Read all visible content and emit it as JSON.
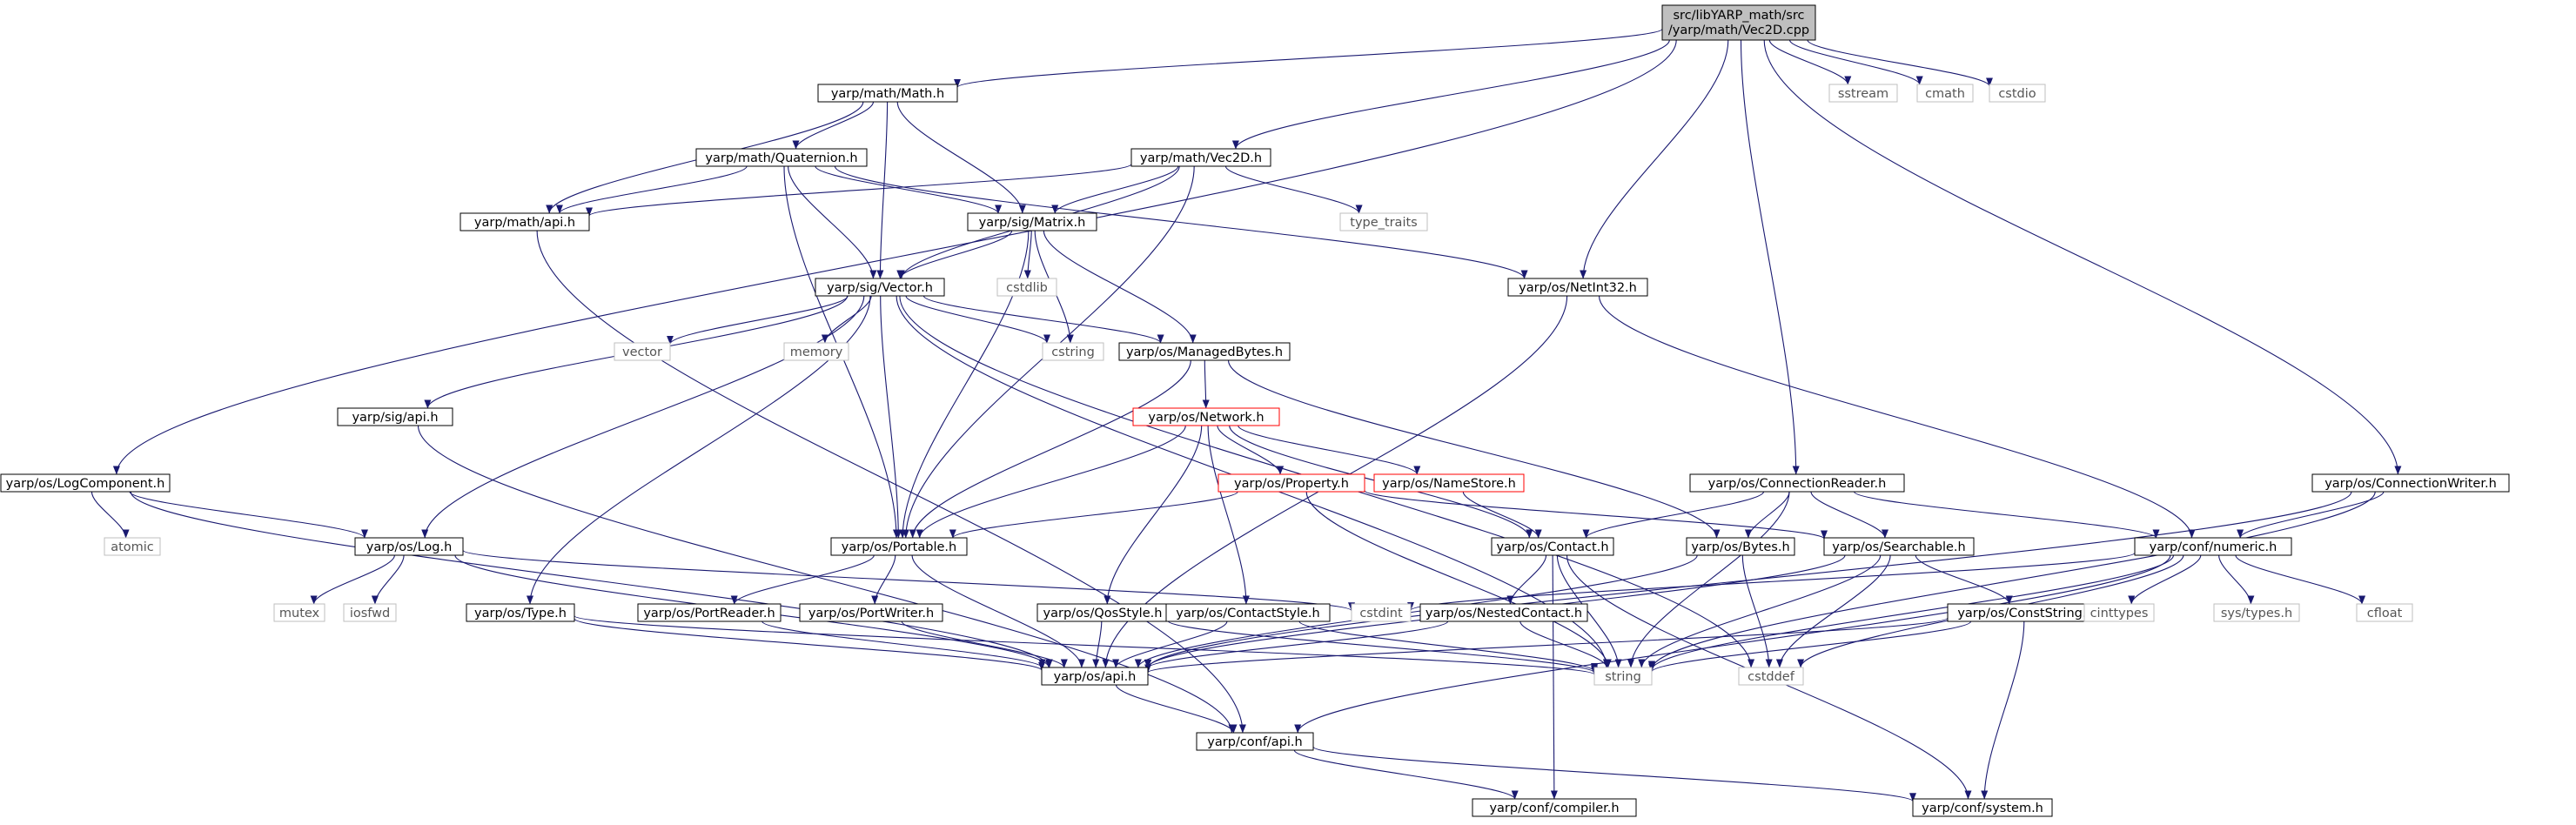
{
  "root": {
    "id": "n_root",
    "lines": [
      "src/libYARP_math/src",
      "/yarp/math/Vec2D.cpp"
    ]
  },
  "nodes": [
    {
      "id": "n_math",
      "label": "yarp/math/Math.h",
      "kind": "doc"
    },
    {
      "id": "n_vec2d",
      "label": "yarp/math/Vec2D.h",
      "kind": "doc"
    },
    {
      "id": "n_quat",
      "label": "yarp/math/Quaternion.h",
      "kind": "doc"
    },
    {
      "id": "n_mathapi",
      "label": "yarp/math/api.h",
      "kind": "doc"
    },
    {
      "id": "n_matrix",
      "label": "yarp/sig/Matrix.h",
      "kind": "doc"
    },
    {
      "id": "n_vector",
      "label": "yarp/sig/Vector.h",
      "kind": "doc"
    },
    {
      "id": "n_netint",
      "label": "yarp/os/NetInt32.h",
      "kind": "doc"
    },
    {
      "id": "n_mbytes",
      "label": "yarp/os/ManagedBytes.h",
      "kind": "doc"
    },
    {
      "id": "n_sigapi",
      "label": "yarp/sig/api.h",
      "kind": "doc"
    },
    {
      "id": "n_network",
      "label": "yarp/os/Network.h",
      "kind": "trunc"
    },
    {
      "id": "n_property",
      "label": "yarp/os/Property.h",
      "kind": "trunc"
    },
    {
      "id": "n_namestore",
      "label": "yarp/os/NameStore.h",
      "kind": "trunc"
    },
    {
      "id": "n_logcomp",
      "label": "yarp/os/LogComponent.h",
      "kind": "doc"
    },
    {
      "id": "n_log",
      "label": "yarp/os/Log.h",
      "kind": "doc"
    },
    {
      "id": "n_portable",
      "label": "yarp/os/Portable.h",
      "kind": "doc"
    },
    {
      "id": "n_connreader",
      "label": "yarp/os/ConnectionReader.h",
      "kind": "doc"
    },
    {
      "id": "n_connwriter",
      "label": "yarp/os/ConnectionWriter.h",
      "kind": "doc"
    },
    {
      "id": "n_contact",
      "label": "yarp/os/Contact.h",
      "kind": "doc"
    },
    {
      "id": "n_bytes",
      "label": "yarp/os/Bytes.h",
      "kind": "doc"
    },
    {
      "id": "n_searchable",
      "label": "yarp/os/Searchable.h",
      "kind": "doc"
    },
    {
      "id": "n_numeric",
      "label": "yarp/conf/numeric.h",
      "kind": "doc"
    },
    {
      "id": "n_type",
      "label": "yarp/os/Type.h",
      "kind": "doc"
    },
    {
      "id": "n_preader",
      "label": "yarp/os/PortReader.h",
      "kind": "doc"
    },
    {
      "id": "n_pwriter",
      "label": "yarp/os/PortWriter.h",
      "kind": "doc"
    },
    {
      "id": "n_qos",
      "label": "yarp/os/QosStyle.h",
      "kind": "doc"
    },
    {
      "id": "n_cstyle",
      "label": "yarp/os/ContactStyle.h",
      "kind": "doc"
    },
    {
      "id": "n_nested",
      "label": "yarp/os/NestedContact.h",
      "kind": "doc"
    },
    {
      "id": "n_conststr",
      "label": "yarp/os/ConstString.h",
      "kind": "doc"
    },
    {
      "id": "n_osapi",
      "label": "yarp/os/api.h",
      "kind": "doc"
    },
    {
      "id": "n_confapi",
      "label": "yarp/conf/api.h",
      "kind": "doc"
    },
    {
      "id": "n_compiler",
      "label": "yarp/conf/compiler.h",
      "kind": "doc"
    },
    {
      "id": "n_system",
      "label": "yarp/conf/system.h",
      "kind": "doc"
    },
    {
      "id": "s_sstream",
      "label": "sstream",
      "kind": "sys"
    },
    {
      "id": "s_cmath",
      "label": "cmath",
      "kind": "sys"
    },
    {
      "id": "s_cstdio",
      "label": "cstdio",
      "kind": "sys"
    },
    {
      "id": "s_typetraits",
      "label": "type_traits",
      "kind": "sys"
    },
    {
      "id": "s_cstdlib",
      "label": "cstdlib",
      "kind": "sys"
    },
    {
      "id": "s_cstring",
      "label": "cstring",
      "kind": "sys"
    },
    {
      "id": "s_vector",
      "label": "vector",
      "kind": "sys"
    },
    {
      "id": "s_memory",
      "label": "memory",
      "kind": "sys"
    },
    {
      "id": "s_atomic",
      "label": "atomic",
      "kind": "sys"
    },
    {
      "id": "s_mutex",
      "label": "mutex",
      "kind": "sys"
    },
    {
      "id": "s_iosfwd",
      "label": "iosfwd",
      "kind": "sys"
    },
    {
      "id": "s_cstdint",
      "label": "cstdint",
      "kind": "sys"
    },
    {
      "id": "s_string",
      "label": "string",
      "kind": "sys"
    },
    {
      "id": "s_cstddef",
      "label": "cstddef",
      "kind": "sys"
    },
    {
      "id": "s_cinttypes",
      "label": "cinttypes",
      "kind": "sys"
    },
    {
      "id": "s_systypes",
      "label": "sys/types.h",
      "kind": "sys"
    },
    {
      "id": "s_cfloat",
      "label": "cfloat",
      "kind": "sys"
    }
  ],
  "edges": [
    [
      "n_root",
      "n_math"
    ],
    [
      "n_root",
      "n_vec2d"
    ],
    [
      "n_root",
      "n_logcomp"
    ],
    [
      "n_root",
      "n_netint"
    ],
    [
      "n_root",
      "n_connreader"
    ],
    [
      "n_root",
      "n_connwriter"
    ],
    [
      "n_root",
      "s_sstream"
    ],
    [
      "n_root",
      "s_cmath"
    ],
    [
      "n_root",
      "s_cstdio"
    ],
    [
      "n_math",
      "n_quat"
    ],
    [
      "n_math",
      "n_mathapi"
    ],
    [
      "n_math",
      "n_matrix"
    ],
    [
      "n_math",
      "n_vector"
    ],
    [
      "n_vec2d",
      "n_mathapi"
    ],
    [
      "n_vec2d",
      "n_matrix"
    ],
    [
      "n_vec2d",
      "n_vector"
    ],
    [
      "n_vec2d",
      "s_typetraits"
    ],
    [
      "n_vec2d",
      "n_portable"
    ],
    [
      "n_quat",
      "n_mathapi"
    ],
    [
      "n_quat",
      "n_matrix"
    ],
    [
      "n_quat",
      "n_vector"
    ],
    [
      "n_quat",
      "n_netint"
    ],
    [
      "n_quat",
      "n_portable"
    ],
    [
      "n_mathapi",
      "n_confapi"
    ],
    [
      "n_matrix",
      "n_vector"
    ],
    [
      "n_matrix",
      "s_cstdlib"
    ],
    [
      "n_matrix",
      "s_cstring"
    ],
    [
      "n_matrix",
      "n_mbytes"
    ],
    [
      "n_matrix",
      "n_portable"
    ],
    [
      "n_vector",
      "s_vector"
    ],
    [
      "n_vector",
      "s_memory"
    ],
    [
      "n_vector",
      "s_cstring"
    ],
    [
      "n_vector",
      "n_mbytes"
    ],
    [
      "n_vector",
      "n_sigapi"
    ],
    [
      "n_vector",
      "n_log"
    ],
    [
      "n_vector",
      "n_type"
    ],
    [
      "n_vector",
      "n_portable"
    ],
    [
      "n_vector",
      "s_string"
    ],
    [
      "n_vector",
      "s_cstddef"
    ],
    [
      "n_netint",
      "n_numeric"
    ],
    [
      "n_netint",
      "n_osapi"
    ],
    [
      "n_mbytes",
      "n_network"
    ],
    [
      "n_mbytes",
      "n_bytes"
    ],
    [
      "n_mbytes",
      "n_portable"
    ],
    [
      "n_sigapi",
      "n_confapi"
    ],
    [
      "n_network",
      "n_property"
    ],
    [
      "n_network",
      "n_namestore"
    ],
    [
      "n_network",
      "n_contact"
    ],
    [
      "n_network",
      "n_portable"
    ],
    [
      "n_network",
      "n_qos"
    ],
    [
      "n_network",
      "n_cstyle"
    ],
    [
      "n_property",
      "n_searchable"
    ],
    [
      "n_property",
      "n_portable"
    ],
    [
      "n_property",
      "s_string"
    ],
    [
      "n_namestore",
      "n_contact"
    ],
    [
      "n_logcomp",
      "s_atomic"
    ],
    [
      "n_logcomp",
      "n_log"
    ],
    [
      "n_logcomp",
      "n_osapi"
    ],
    [
      "n_log",
      "s_mutex"
    ],
    [
      "n_log",
      "s_iosfwd"
    ],
    [
      "n_log",
      "s_cstdint"
    ],
    [
      "n_log",
      "n_osapi"
    ],
    [
      "n_portable",
      "n_preader"
    ],
    [
      "n_portable",
      "n_pwriter"
    ],
    [
      "n_portable",
      "n_osapi"
    ],
    [
      "n_connreader",
      "n_contact"
    ],
    [
      "n_connreader",
      "n_bytes"
    ],
    [
      "n_connreader",
      "n_searchable"
    ],
    [
      "n_connreader",
      "n_numeric"
    ],
    [
      "n_connreader",
      "s_string"
    ],
    [
      "n_connwriter",
      "n_numeric"
    ],
    [
      "n_connwriter",
      "s_string"
    ],
    [
      "n_connwriter",
      "n_osapi"
    ],
    [
      "n_contact",
      "n_nested"
    ],
    [
      "n_contact",
      "s_string"
    ],
    [
      "n_contact",
      "n_compiler"
    ],
    [
      "n_contact",
      "n_system"
    ],
    [
      "n_bytes",
      "s_cstddef"
    ],
    [
      "n_bytes",
      "n_osapi"
    ],
    [
      "n_searchable",
      "n_conststr"
    ],
    [
      "n_searchable",
      "s_cstddef"
    ],
    [
      "n_searchable",
      "s_string"
    ],
    [
      "n_searchable",
      "n_osapi"
    ],
    [
      "n_numeric",
      "s_cstdint"
    ],
    [
      "n_numeric",
      "s_cstddef"
    ],
    [
      "n_numeric",
      "s_cinttypes"
    ],
    [
      "n_numeric",
      "s_systypes"
    ],
    [
      "n_numeric",
      "s_cfloat"
    ],
    [
      "n_numeric",
      "n_confapi"
    ],
    [
      "n_numeric",
      "s_string"
    ],
    [
      "n_type",
      "n_osapi"
    ],
    [
      "n_type",
      "s_string"
    ],
    [
      "n_preader",
      "n_osapi"
    ],
    [
      "n_pwriter",
      "n_osapi"
    ],
    [
      "n_qos",
      "n_osapi"
    ],
    [
      "n_qos",
      "s_string"
    ],
    [
      "n_cstyle",
      "n_osapi"
    ],
    [
      "n_cstyle",
      "s_string"
    ],
    [
      "n_nested",
      "n_osapi"
    ],
    [
      "n_nested",
      "s_string"
    ],
    [
      "n_conststr",
      "n_system"
    ],
    [
      "n_conststr",
      "s_string"
    ],
    [
      "n_conststr",
      "n_osapi"
    ],
    [
      "n_osapi",
      "n_confapi"
    ],
    [
      "n_confapi",
      "n_compiler"
    ],
    [
      "n_confapi",
      "n_system"
    ]
  ],
  "colors": {
    "edge": "#191970",
    "doc_border": "#000000",
    "sys_border": "#bfbfbf",
    "trunc_border": "#ff0000",
    "root_fill": "#bfbfbf",
    "text": "#000000",
    "sys_text": "#555555"
  }
}
